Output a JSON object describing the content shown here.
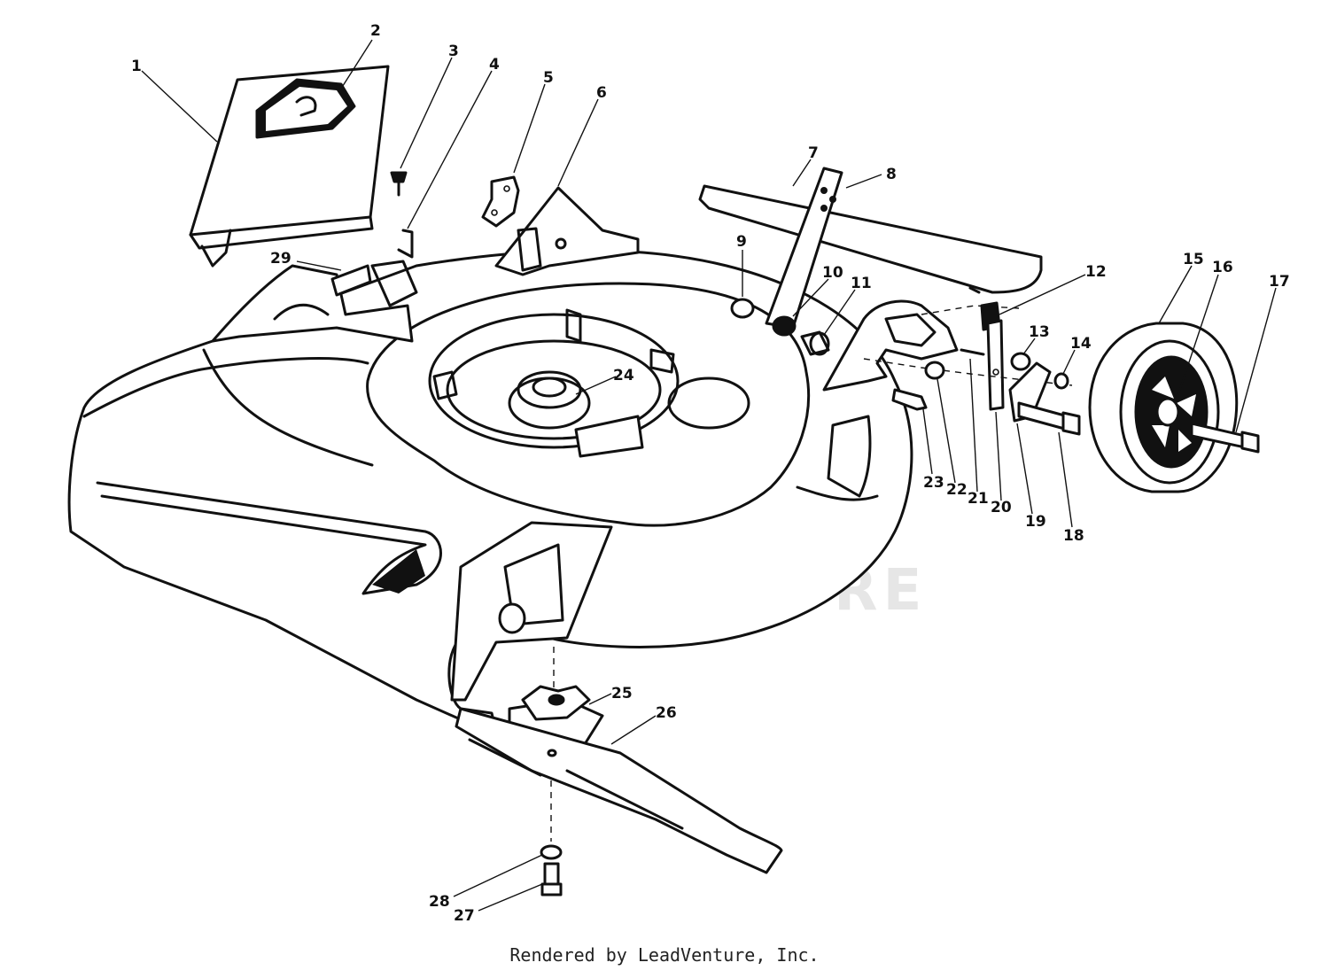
{
  "watermark": "LEADVENTURE",
  "footer": "Rendered by LeadVenture, Inc.",
  "callouts": [
    "1",
    "2",
    "3",
    "4",
    "5",
    "6",
    "7",
    "8",
    "9",
    "10",
    "11",
    "12",
    "13",
    "14",
    "15",
    "16",
    "17",
    "18",
    "19",
    "20",
    "21",
    "22",
    "23",
    "24",
    "25",
    "26",
    "27",
    "28",
    "29"
  ],
  "colors": {
    "ink": "#111111",
    "paper": "#ffffff",
    "watermark": "#e6e6e6"
  }
}
